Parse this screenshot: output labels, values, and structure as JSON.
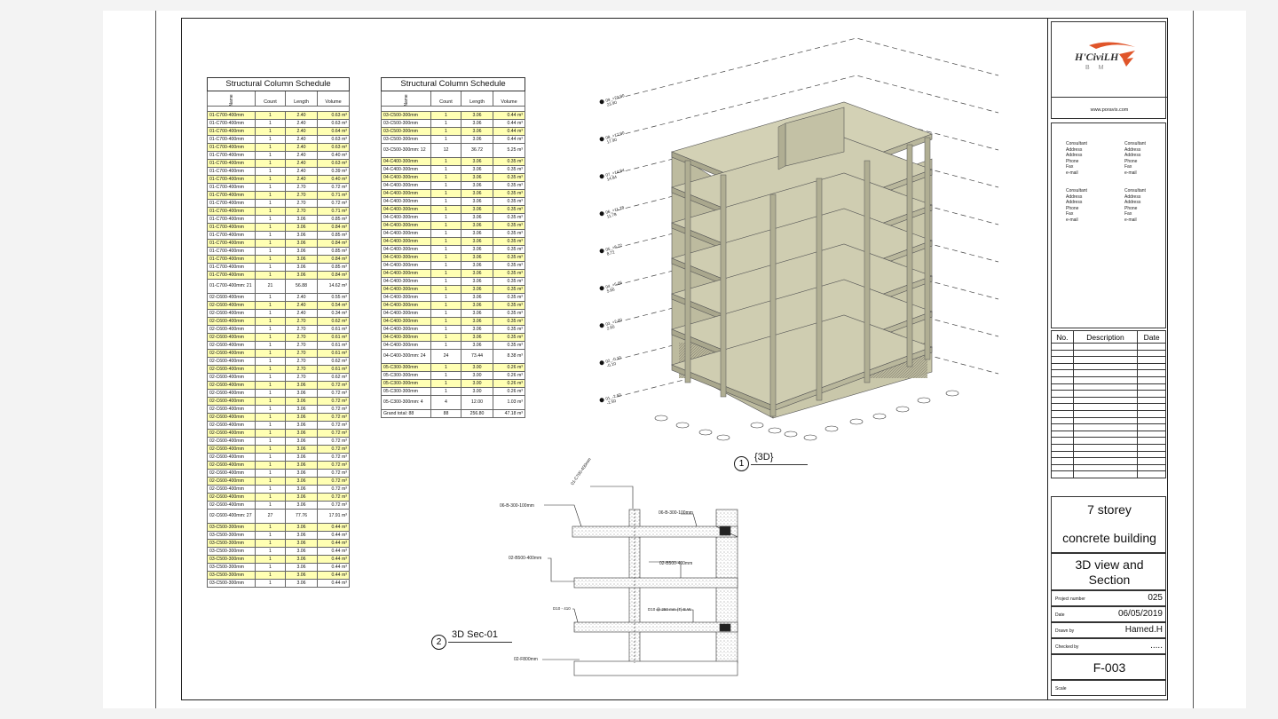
{
  "schedule_left": {
    "title": "Structural Column Schedule",
    "headers": [
      "Name",
      "Count",
      "Length",
      "Volume"
    ],
    "rows": [
      {
        "n": "01-C700-400mm",
        "c": "1",
        "l": "2.40",
        "v": "0.63 m³",
        "hl": true
      },
      {
        "n": "01-C700-400mm",
        "c": "1",
        "l": "2.40",
        "v": "0.63 m³",
        "hl": false
      },
      {
        "n": "01-C700-400mm",
        "c": "1",
        "l": "2.40",
        "v": "0.64 m³",
        "hl": true
      },
      {
        "n": "01-C700-400mm",
        "c": "1",
        "l": "2.40",
        "v": "0.63 m³",
        "hl": false
      },
      {
        "n": "01-C700-400mm",
        "c": "1",
        "l": "2.40",
        "v": "0.63 m³",
        "hl": true
      },
      {
        "n": "01-C700-400mm",
        "c": "1",
        "l": "2.40",
        "v": "0.40 m³",
        "hl": false
      },
      {
        "n": "01-C700-400mm",
        "c": "1",
        "l": "2.40",
        "v": "0.63 m³",
        "hl": true
      },
      {
        "n": "01-C700-400mm",
        "c": "1",
        "l": "2.40",
        "v": "0.39 m³",
        "hl": false
      },
      {
        "n": "01-C700-400mm",
        "c": "1",
        "l": "2.40",
        "v": "0.40 m³",
        "hl": true
      },
      {
        "n": "01-C700-400mm",
        "c": "1",
        "l": "2.70",
        "v": "0.72 m³",
        "hl": false
      },
      {
        "n": "01-C700-400mm",
        "c": "1",
        "l": "2.70",
        "v": "0.71 m³",
        "hl": true
      },
      {
        "n": "01-C700-400mm",
        "c": "1",
        "l": "2.70",
        "v": "0.72 m³",
        "hl": false
      },
      {
        "n": "01-C700-400mm",
        "c": "1",
        "l": "2.70",
        "v": "0.71 m³",
        "hl": true
      },
      {
        "n": "01-C700-400mm",
        "c": "1",
        "l": "3.06",
        "v": "0.85 m³",
        "hl": false
      },
      {
        "n": "01-C700-400mm",
        "c": "1",
        "l": "3.06",
        "v": "0.84 m³",
        "hl": true
      },
      {
        "n": "01-C700-400mm",
        "c": "1",
        "l": "3.06",
        "v": "0.85 m³",
        "hl": false
      },
      {
        "n": "01-C700-400mm",
        "c": "1",
        "l": "3.06",
        "v": "0.84 m³",
        "hl": true
      },
      {
        "n": "01-C700-400mm",
        "c": "1",
        "l": "3.06",
        "v": "0.85 m³",
        "hl": false
      },
      {
        "n": "01-C700-400mm",
        "c": "1",
        "l": "3.06",
        "v": "0.84 m³",
        "hl": true
      },
      {
        "n": "01-C700-400mm",
        "c": "1",
        "l": "3.06",
        "v": "0.85 m³",
        "hl": false
      },
      {
        "n": "01-C700-400mm",
        "c": "1",
        "l": "3.06",
        "v": "0.84 m³",
        "hl": true
      },
      {
        "n": "01-C700-400mm: 21",
        "c": "21",
        "l": "56.88",
        "v": "14.62 m³",
        "sub": true
      },
      {
        "n": "02-C600-400mm",
        "c": "1",
        "l": "2.40",
        "v": "0.55 m³",
        "hl": false
      },
      {
        "n": "02-C600-400mm",
        "c": "1",
        "l": "2.40",
        "v": "0.54 m³",
        "hl": true
      },
      {
        "n": "02-C600-400mm",
        "c": "1",
        "l": "2.40",
        "v": "0.34 m³",
        "hl": false
      },
      {
        "n": "02-C600-400mm",
        "c": "1",
        "l": "2.70",
        "v": "0.62 m³",
        "hl": true
      },
      {
        "n": "02-C600-400mm",
        "c": "1",
        "l": "2.70",
        "v": "0.61 m³",
        "hl": false
      },
      {
        "n": "02-C600-400mm",
        "c": "1",
        "l": "2.70",
        "v": "0.61 m³",
        "hl": true
      },
      {
        "n": "02-C600-400mm",
        "c": "1",
        "l": "2.70",
        "v": "0.61 m³",
        "hl": false
      },
      {
        "n": "02-C600-400mm",
        "c": "1",
        "l": "2.70",
        "v": "0.61 m³",
        "hl": true
      },
      {
        "n": "02-C600-400mm",
        "c": "1",
        "l": "2.70",
        "v": "0.62 m³",
        "hl": false
      },
      {
        "n": "02-C600-400mm",
        "c": "1",
        "l": "2.70",
        "v": "0.61 m³",
        "hl": true
      },
      {
        "n": "02-C600-400mm",
        "c": "1",
        "l": "2.70",
        "v": "0.62 m³",
        "hl": false
      },
      {
        "n": "02-C600-400mm",
        "c": "1",
        "l": "3.06",
        "v": "0.72 m³",
        "hl": true
      },
      {
        "n": "02-C600-400mm",
        "c": "1",
        "l": "3.06",
        "v": "0.72 m³",
        "hl": false
      },
      {
        "n": "02-C600-400mm",
        "c": "1",
        "l": "3.06",
        "v": "0.72 m³",
        "hl": true
      },
      {
        "n": "02-C600-400mm",
        "c": "1",
        "l": "3.06",
        "v": "0.72 m³",
        "hl": false
      },
      {
        "n": "02-C600-400mm",
        "c": "1",
        "l": "3.06",
        "v": "0.72 m³",
        "hl": true
      },
      {
        "n": "02-C600-400mm",
        "c": "1",
        "l": "3.06",
        "v": "0.72 m³",
        "hl": false
      },
      {
        "n": "02-C600-400mm",
        "c": "1",
        "l": "3.06",
        "v": "0.72 m³",
        "hl": true
      },
      {
        "n": "02-C600-400mm",
        "c": "1",
        "l": "3.06",
        "v": "0.72 m³",
        "hl": false
      },
      {
        "n": "02-C600-400mm",
        "c": "1",
        "l": "3.06",
        "v": "0.72 m³",
        "hl": true
      },
      {
        "n": "02-C600-400mm",
        "c": "1",
        "l": "3.06",
        "v": "0.72 m³",
        "hl": false
      },
      {
        "n": "02-C600-400mm",
        "c": "1",
        "l": "3.06",
        "v": "0.72 m³",
        "hl": true
      },
      {
        "n": "02-C600-400mm",
        "c": "1",
        "l": "3.06",
        "v": "0.72 m³",
        "hl": false
      },
      {
        "n": "02-C600-400mm",
        "c": "1",
        "l": "3.06",
        "v": "0.72 m³",
        "hl": true
      },
      {
        "n": "02-C600-400mm",
        "c": "1",
        "l": "3.06",
        "v": "0.72 m³",
        "hl": false
      },
      {
        "n": "02-C600-400mm",
        "c": "1",
        "l": "3.06",
        "v": "0.72 m³",
        "hl": true
      },
      {
        "n": "02-C600-400mm",
        "c": "1",
        "l": "3.06",
        "v": "0.72 m³",
        "hl": false
      },
      {
        "n": "02-C600-400mm: 27",
        "c": "27",
        "l": "77.76",
        "v": "17.91 m³",
        "sub": true
      },
      {
        "n": "03-C500-300mm",
        "c": "1",
        "l": "3.06",
        "v": "0.44 m³",
        "hl": true
      },
      {
        "n": "03-C500-300mm",
        "c": "1",
        "l": "3.06",
        "v": "0.44 m³",
        "hl": false
      },
      {
        "n": "03-C500-300mm",
        "c": "1",
        "l": "3.06",
        "v": "0.44 m³",
        "hl": true
      },
      {
        "n": "03-C500-300mm",
        "c": "1",
        "l": "3.06",
        "v": "0.44 m³",
        "hl": false
      },
      {
        "n": "03-C500-300mm",
        "c": "1",
        "l": "3.06",
        "v": "0.44 m³",
        "hl": true
      },
      {
        "n": "03-C500-300mm",
        "c": "1",
        "l": "3.06",
        "v": "0.44 m³",
        "hl": false
      },
      {
        "n": "03-C500-300mm",
        "c": "1",
        "l": "3.06",
        "v": "0.44 m³",
        "hl": true
      },
      {
        "n": "03-C500-300mm",
        "c": "1",
        "l": "3.06",
        "v": "0.44 m³",
        "hl": false
      }
    ]
  },
  "schedule_right": {
    "title": "Structural Column Schedule",
    "headers": [
      "Name",
      "Count",
      "Length",
      "Volume"
    ],
    "rows": [
      {
        "n": "03-C500-300mm",
        "c": "1",
        "l": "3.06",
        "v": "0.44 m³",
        "hl": true
      },
      {
        "n": "03-C500-300mm",
        "c": "1",
        "l": "3.06",
        "v": "0.44 m³",
        "hl": false
      },
      {
        "n": "03-C500-300mm",
        "c": "1",
        "l": "3.06",
        "v": "0.44 m³",
        "hl": true
      },
      {
        "n": "03-C500-300mm",
        "c": "1",
        "l": "3.06",
        "v": "0.44 m³",
        "hl": false
      },
      {
        "n": "03-C500-300mm: 12",
        "c": "12",
        "l": "36.72",
        "v": "5.25 m³",
        "sub": true
      },
      {
        "n": "04-C400-300mm",
        "c": "1",
        "l": "3.06",
        "v": "0.35 m³",
        "hl": true
      },
      {
        "n": "04-C400-300mm",
        "c": "1",
        "l": "3.06",
        "v": "0.35 m³",
        "hl": false
      },
      {
        "n": "04-C400-300mm",
        "c": "1",
        "l": "3.06",
        "v": "0.35 m³",
        "hl": true
      },
      {
        "n": "04-C400-300mm",
        "c": "1",
        "l": "3.06",
        "v": "0.35 m³",
        "hl": false
      },
      {
        "n": "04-C400-300mm",
        "c": "1",
        "l": "3.06",
        "v": "0.35 m³",
        "hl": true
      },
      {
        "n": "04-C400-300mm",
        "c": "1",
        "l": "3.06",
        "v": "0.35 m³",
        "hl": false
      },
      {
        "n": "04-C400-300mm",
        "c": "1",
        "l": "3.06",
        "v": "0.35 m³",
        "hl": true
      },
      {
        "n": "04-C400-300mm",
        "c": "1",
        "l": "3.06",
        "v": "0.35 m³",
        "hl": false
      },
      {
        "n": "04-C400-300mm",
        "c": "1",
        "l": "3.06",
        "v": "0.35 m³",
        "hl": true
      },
      {
        "n": "04-C400-300mm",
        "c": "1",
        "l": "3.06",
        "v": "0.35 m³",
        "hl": false
      },
      {
        "n": "04-C400-300mm",
        "c": "1",
        "l": "3.06",
        "v": "0.35 m³",
        "hl": true
      },
      {
        "n": "04-C400-300mm",
        "c": "1",
        "l": "3.06",
        "v": "0.35 m³",
        "hl": false
      },
      {
        "n": "04-C400-300mm",
        "c": "1",
        "l": "3.06",
        "v": "0.35 m³",
        "hl": true
      },
      {
        "n": "04-C400-300mm",
        "c": "1",
        "l": "3.06",
        "v": "0.35 m³",
        "hl": false
      },
      {
        "n": "04-C400-300mm",
        "c": "1",
        "l": "3.06",
        "v": "0.35 m³",
        "hl": true
      },
      {
        "n": "04-C400-300mm",
        "c": "1",
        "l": "3.06",
        "v": "0.35 m³",
        "hl": false
      },
      {
        "n": "04-C400-300mm",
        "c": "1",
        "l": "3.06",
        "v": "0.35 m³",
        "hl": true
      },
      {
        "n": "04-C400-300mm",
        "c": "1",
        "l": "3.06",
        "v": "0.35 m³",
        "hl": false
      },
      {
        "n": "04-C400-300mm",
        "c": "1",
        "l": "3.06",
        "v": "0.35 m³",
        "hl": true
      },
      {
        "n": "04-C400-300mm",
        "c": "1",
        "l": "3.06",
        "v": "0.35 m³",
        "hl": false
      },
      {
        "n": "04-C400-300mm",
        "c": "1",
        "l": "3.06",
        "v": "0.35 m³",
        "hl": true
      },
      {
        "n": "04-C400-300mm",
        "c": "1",
        "l": "3.06",
        "v": "0.35 m³",
        "hl": false
      },
      {
        "n": "04-C400-300mm",
        "c": "1",
        "l": "3.06",
        "v": "0.35 m³",
        "hl": true
      },
      {
        "n": "04-C400-300mm",
        "c": "1",
        "l": "3.06",
        "v": "0.35 m³",
        "hl": false
      },
      {
        "n": "04-C400-300mm: 24",
        "c": "24",
        "l": "73.44",
        "v": "8.38 m³",
        "sub": true
      },
      {
        "n": "05-C300-300mm",
        "c": "1",
        "l": "3.00",
        "v": "0.26 m³",
        "hl": true
      },
      {
        "n": "05-C300-300mm",
        "c": "1",
        "l": "3.00",
        "v": "0.26 m³",
        "hl": false
      },
      {
        "n": "05-C300-300mm",
        "c": "1",
        "l": "3.00",
        "v": "0.26 m³",
        "hl": true
      },
      {
        "n": "05-C300-300mm",
        "c": "1",
        "l": "3.00",
        "v": "0.26 m³",
        "hl": false
      },
      {
        "n": "05-C300-300mm: 4",
        "c": "4",
        "l": "12.00",
        "v": "1.03 m³",
        "sub": true
      },
      {
        "n": "Grand total: 88",
        "c": "88",
        "l": "256.80",
        "v": "47.18 m³",
        "hl": false
      }
    ]
  },
  "view_3d": {
    "number": "1",
    "label": "{3D}",
    "levels": [
      {
        "name": "09_+23.90",
        "elev": "23.90"
      },
      {
        "name": "08_+17.90",
        "elev": "17.90"
      },
      {
        "name": "07_+14.84",
        "elev": "14.84"
      },
      {
        "name": "06_+11.78",
        "elev": "11.78"
      },
      {
        "name": "05_+8.72",
        "elev": "8.72"
      },
      {
        "name": "04_+5.66",
        "elev": "5.66"
      },
      {
        "name": "03_+2.60",
        "elev": "2.60"
      },
      {
        "name": "02_-0.10",
        "elev": "-0.10"
      },
      {
        "name": "01_-2.50",
        "elev": "-2.50"
      }
    ]
  },
  "view_section": {
    "number": "2",
    "label": "3D Sec-01",
    "annotations": {
      "col": "01-C700-400mm",
      "beam_top_left": "06-B-300-100mm",
      "beam_top_right": "06-B-300-100mm",
      "beam_mid_left": "02-B500-400mm",
      "beam_mid_right": "02-B500-400mm",
      "rebar_left": "D10 - 410",
      "rebar_right": "D10 @ 250 mm (T) E.W.",
      "footing": "02-F800mm"
    }
  },
  "title_block": {
    "logo_text": "H'CiviLH",
    "logo_sub": "B   M",
    "website": "www.poravis.com",
    "consultants": [
      [
        "Consultant",
        "Address",
        "Address",
        "Phone",
        "Fax",
        "e-mail"
      ],
      [
        "Consultant",
        "Address",
        "Address",
        "Phone",
        "Fax",
        "e-mail"
      ],
      [
        "Consultant",
        "Address",
        "Address",
        "Phone",
        "Fax",
        "e-mail"
      ],
      [
        "Consultant",
        "Address",
        "Address",
        "Phone",
        "Fax",
        "e-mail"
      ]
    ],
    "revision_headers": [
      "No.",
      "Description",
      "Date"
    ],
    "title_line1": "7 storey",
    "title_line2": "concrete building",
    "sheet_name": "3D view and Section",
    "project_number_label": "Project number",
    "project_number": "025",
    "date_label": "Date",
    "date": "06/05/2019",
    "drawn_by_label": "Drawn by",
    "drawn_by": "Hamed.H",
    "checked_by_label": "Checked by",
    "checked_by": ".....",
    "sheet_number": "F-003",
    "scale_label": "Scale"
  },
  "colors": {
    "highlight": "#ffffb3",
    "logo": "#e0552a",
    "concrete": "#c9c7a8"
  }
}
